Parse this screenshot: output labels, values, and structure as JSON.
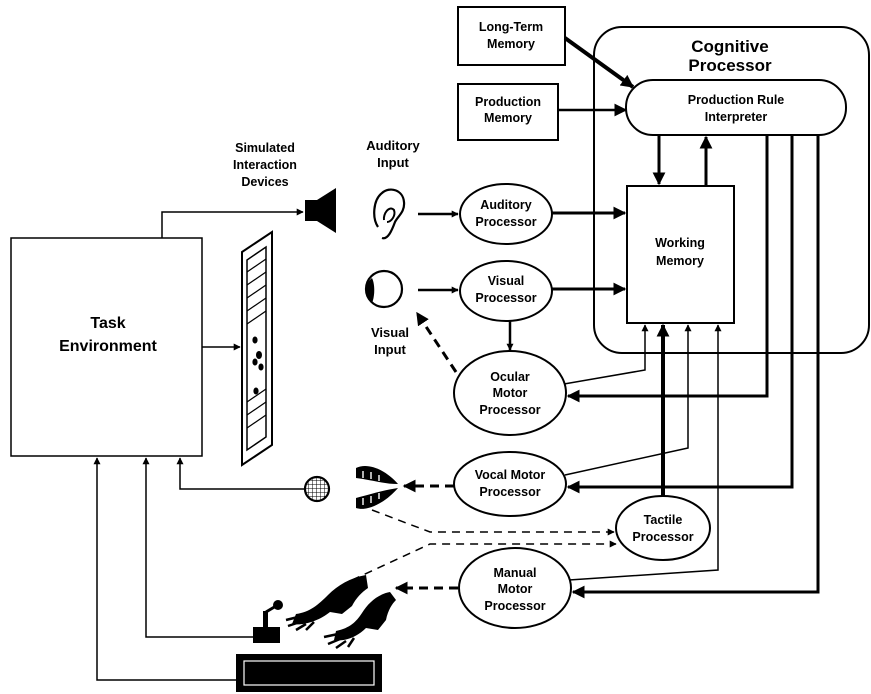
{
  "labels": {
    "ltm": [
      "Long-Term",
      "Memory"
    ],
    "pm": [
      "Production",
      "Memory"
    ],
    "cp": [
      "Cognitive",
      "Processor"
    ],
    "pri": [
      "Production Rule",
      "Interpreter"
    ],
    "wm": [
      "Working",
      "Memory"
    ],
    "sid": [
      "Simulated",
      "Interaction",
      "Devices"
    ],
    "ai": [
      "Auditory",
      "Input"
    ],
    "vi": [
      "Visual",
      "Input"
    ],
    "ap": [
      "Auditory",
      "Processor"
    ],
    "vp": [
      "Visual",
      "Processor"
    ],
    "omp": [
      "Ocular",
      "Motor",
      "Processor"
    ],
    "vmp": [
      "Vocal Motor",
      "Processor"
    ],
    "tp": [
      "Tactile",
      "Processor"
    ],
    "mmp": [
      "Manual",
      "Motor",
      "Processor"
    ],
    "te": [
      "Task",
      "Environment"
    ]
  },
  "icons": [
    "speaker-icon",
    "display-screen-icon",
    "ear-icon",
    "eye-icon",
    "microphone-icon",
    "mouth-icon",
    "hand-icon",
    "joystick-icon",
    "keyboard-icon"
  ]
}
